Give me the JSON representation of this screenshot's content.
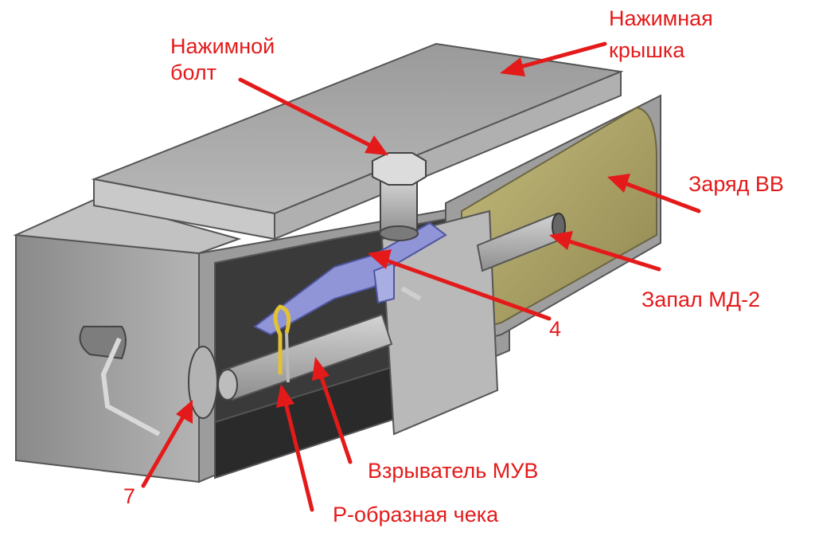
{
  "labels": {
    "press_bolt_line1": "Нажимной",
    "press_bolt_line2": "болт",
    "press_cover_line1": "Нажимная",
    "press_cover_line2": "крышка",
    "charge": "Заряд ВВ",
    "fuse": "Запал МД-2",
    "num4": "4",
    "fuze": "Взрыватель МУВ",
    "pin": "Р-образная чека",
    "num7": "7"
  },
  "colors": {
    "label": "#e41a1a",
    "metal": "#a6a6a6",
    "charge": "#b6ac6a",
    "striker": "#8f95d6",
    "pin_ring": "#e2c233"
  }
}
